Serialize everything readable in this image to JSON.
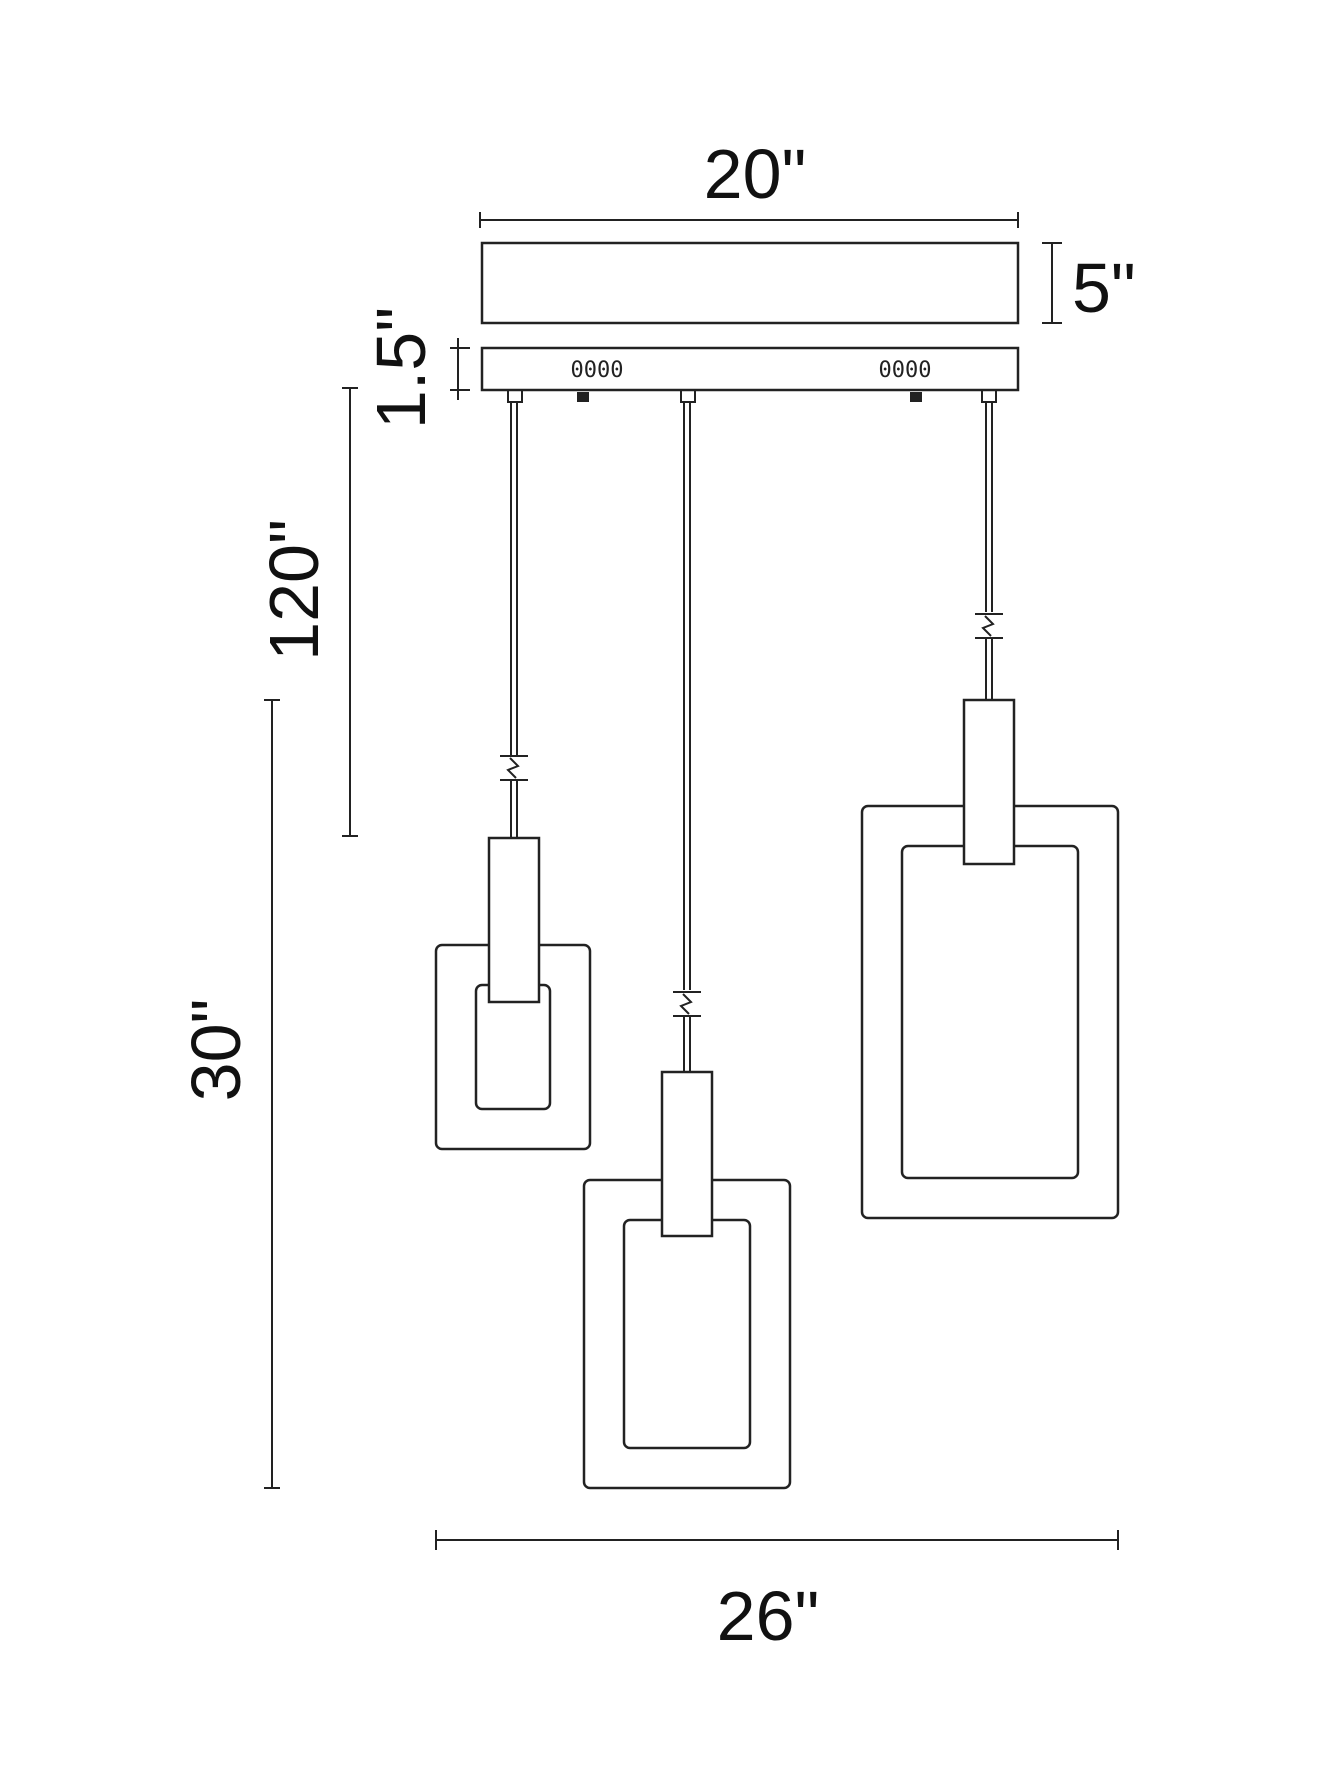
{
  "dimensions": {
    "canopy_width": "20\"",
    "canopy_height": "5\"",
    "mount_height": "1.5\"",
    "cable_length": "120\"",
    "fixture_height": "30\"",
    "overall_width": "26\""
  },
  "mounting_plate": {
    "left_marking": "0000",
    "right_marking": "0000"
  },
  "colors": {
    "line": "#222222",
    "background": "#ffffff"
  }
}
